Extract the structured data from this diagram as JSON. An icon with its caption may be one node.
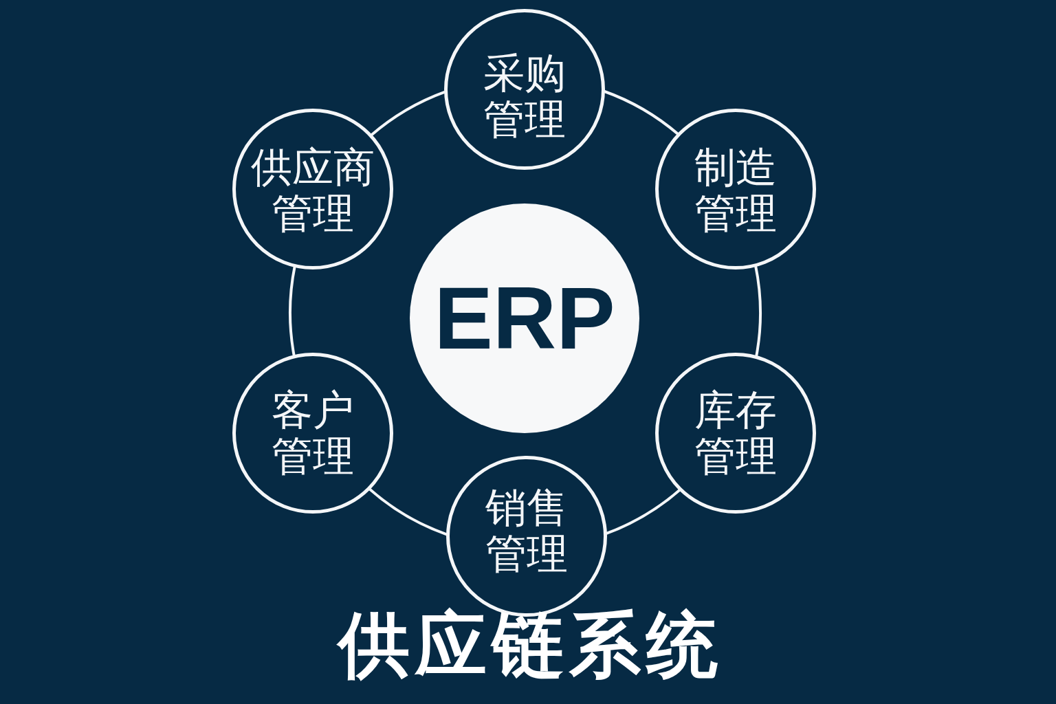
{
  "diagram": {
    "title": "供应链系统",
    "nodes": [
      {
        "text": [
          "采购管理"
        ]
      },
      {
        "text": [
          "制造管理"
        ]
      },
      {
        "text": [
          "库存管理"
        ]
      },
      {
        "text": [
          "销售管理"
        ]
      },
      {
        "text": [
          "客户管理"
        ]
      },
      {
        "text": [
          "供应商管理"
        ]
      },
      {
        "text": [
          "ERP"
        ]
      }
    ],
    "edges": [
      {
        "from": 0,
        "to": 1,
        "arrow": "none"
      },
      {
        "from": 1,
        "to": 2,
        "arrow": "none"
      },
      {
        "from": 2,
        "to": 3,
        "arrow": "none"
      },
      {
        "from": 3,
        "to": 4,
        "arrow": "none"
      },
      {
        "from": 4,
        "to": 5,
        "arrow": "none"
      },
      {
        "from": 5,
        "to": 0,
        "arrow": "none"
      }
    ]
  }
}
